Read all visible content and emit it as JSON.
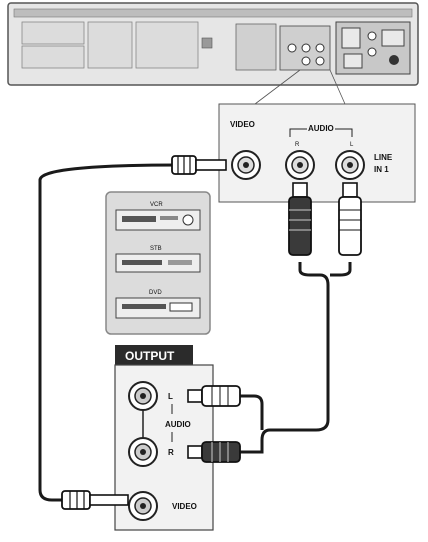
{
  "recorder_panel": {
    "video_label": "VIDEO",
    "audio_label": "AUDIO",
    "audio_r": "R",
    "audio_l": "L",
    "line_in_line1": "LINE",
    "line_in_line2": "IN 1"
  },
  "source_devices": [
    {
      "label": "VCR"
    },
    {
      "label": "STB"
    },
    {
      "label": "DVD"
    }
  ],
  "output_panel": {
    "title": "OUTPUT",
    "l_label": "L",
    "audio_label": "AUDIO",
    "r_label": "R",
    "video_label": "VIDEO"
  },
  "colors": {
    "panel_fill": "#ededed",
    "device_fill": "#d9d9d9",
    "output_header": "#2b2b2b",
    "cable": "#1a1a1a"
  }
}
